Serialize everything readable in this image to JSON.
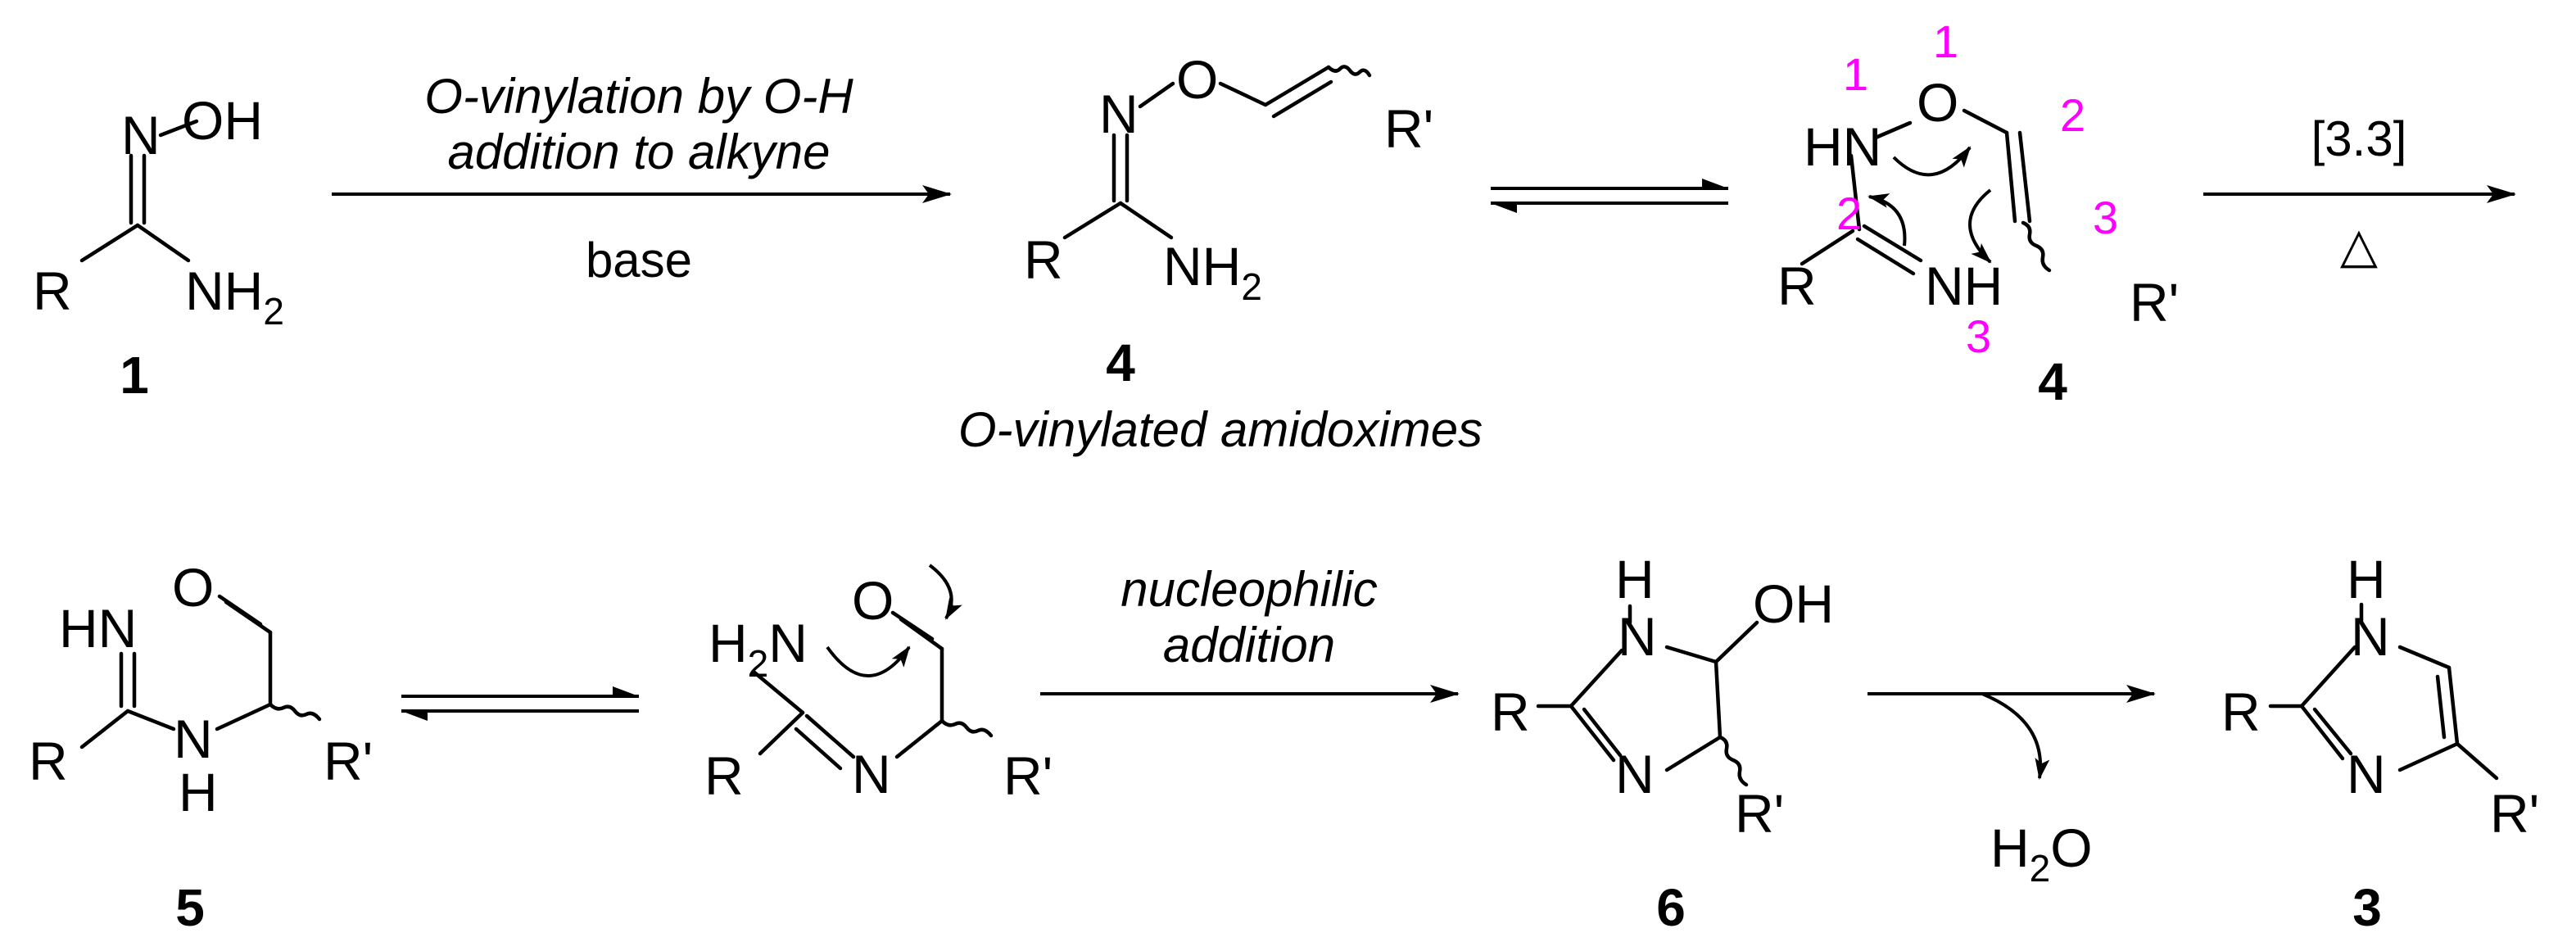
{
  "colors": {
    "ink": "#000000",
    "atom_numbering": "#ff00ff",
    "background": "#ffffff"
  },
  "atoms": {
    "OH": "OH",
    "O": "O",
    "N": "N",
    "H": "H",
    "HN": "HN",
    "NH": "NH",
    "R": "R",
    "R_prime": "R'",
    "NH2_main": "NH",
    "NH2_sub": "2",
    "H2_main": "H",
    "H2_sub": "2",
    "H2N_tail": "N",
    "H2O_head": "H",
    "H2O_sub": "2",
    "H2O_tail": "O"
  },
  "compounds": {
    "c1": "1",
    "c4a": "4",
    "c4b": "4",
    "c5": "5",
    "c6": "6",
    "c3": "3"
  },
  "labels": {
    "o_vinylated": "O-vinylated amidoximes"
  },
  "conditions": {
    "step1_line1": "O-vinylation by O-H",
    "step1_line2": "addition to alkyne",
    "step1_below": "base",
    "step3_above": "[3.3]",
    "step3_below": "△",
    "step5_line1": "nucleophilic",
    "step5_line2": "addition"
  },
  "atom_numbering": {
    "n1": "1",
    "n2": "2",
    "n3": "3"
  }
}
